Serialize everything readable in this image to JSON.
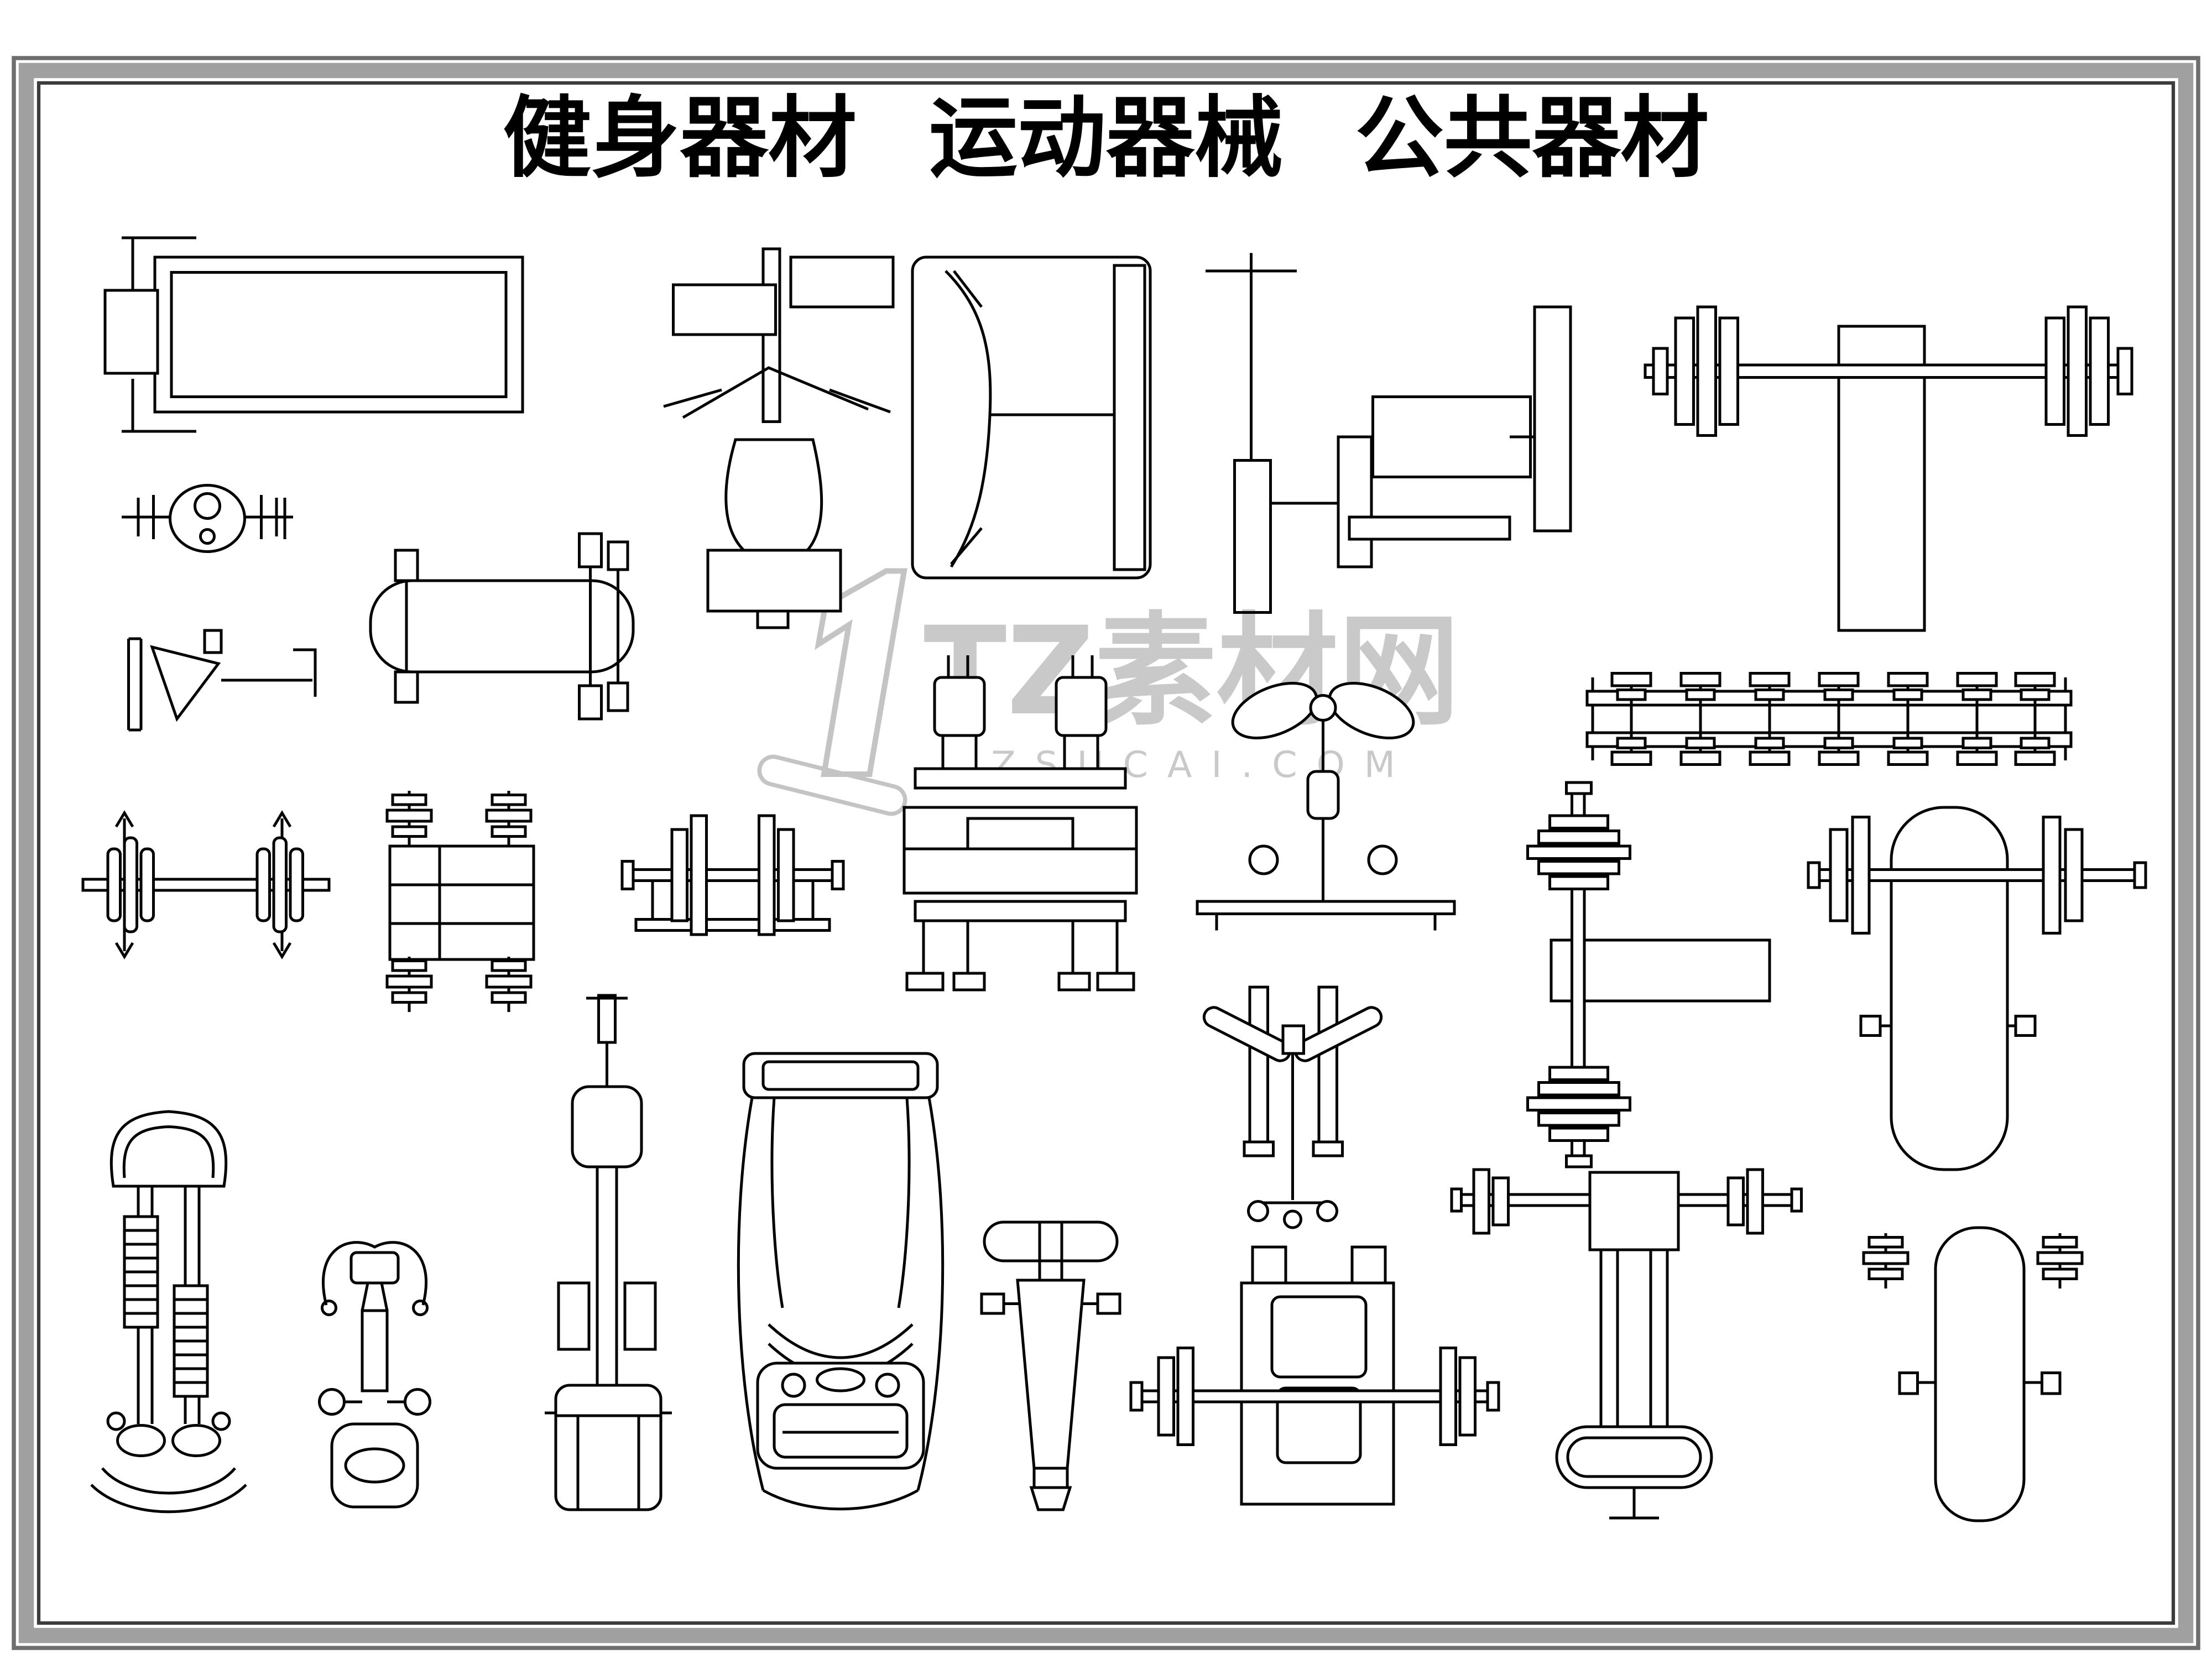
{
  "title": "健身器材 运动器械 公共器材",
  "watermark": {
    "brand": "TZ素材网",
    "domain": "ZSUCAI.COM"
  },
  "colors": {
    "line": "#000000",
    "background": "#ffffff",
    "frame_band": "#a0a0a0",
    "frame_edge": "#3c3c3c",
    "watermark": "#c9c9c9"
  },
  "equipment": [
    "treadmill-top-view",
    "shoulder-press-machine",
    "leg-press-machine",
    "cable-press-machine",
    "barbell-with-bench",
    "mini-exercise-bike",
    "roller-bench",
    "butterfly-trainer",
    "roller-barbell",
    "rack-with-dumbbells",
    "barbell-on-stand",
    "power-cage",
    "upright-bike",
    "vertical-dumbbell-bench",
    "bench-with-barbell",
    "dumbbell-rack",
    "stair-climber",
    "spin-bike",
    "cable-column",
    "treadmill-front-view",
    "sit-up-board",
    "y-bar-machine",
    "bench-press-station",
    "t-bar-machine",
    "dumbbell-bench"
  ]
}
